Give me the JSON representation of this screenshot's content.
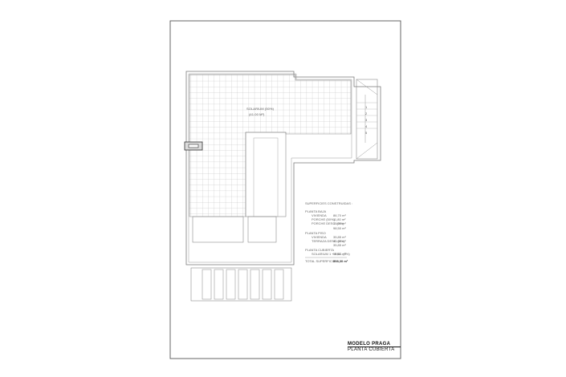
{
  "plan": {
    "terrace_label_line1": "SOLARIUM (50%)",
    "terrace_label_line2": "(41.00 M²)",
    "stair_steps": [
      "1",
      "2",
      "3",
      "4",
      "5"
    ]
  },
  "areas": {
    "heading": "SUPERFICIES CONSTRUIDAS :",
    "groups": [
      {
        "title": "PLANTA BAJA",
        "rows": [
          {
            "label": "VIVIENDA",
            "value": "86,70 m²"
          },
          {
            "label": "PORCHE (50%)",
            "value": "11,80 m²"
          },
          {
            "label": "PORCHE DESC. (0%)",
            "value": "15,00 m²"
          }
        ],
        "subtotal": "98,50 m²"
      },
      {
        "title": "PLANTA PISO",
        "rows": [
          {
            "label": "VIVIENDA",
            "value": "35,85 m²"
          },
          {
            "label": "TERRAZA DESC. (0%)",
            "value": "40,00 m²"
          }
        ],
        "subtotal": "35,85 m²"
      },
      {
        "title": "PLANTA CUBIERTA",
        "rows": [
          {
            "label": "SOLARIUM 1 + ESC. (0%)",
            "value": "59,80 m²"
          }
        ],
        "subtotal": ""
      }
    ],
    "total_label": "TOTAL SUPERFICIE",
    "total_value": "398,30 m²"
  },
  "title_block": {
    "model": "MODELO PRAGA",
    "plan_name": "PLANTA CUBIERTA"
  },
  "colors": {
    "line": "#7a7a7a",
    "grid": "#b9b9b9",
    "ink": "#111111"
  }
}
